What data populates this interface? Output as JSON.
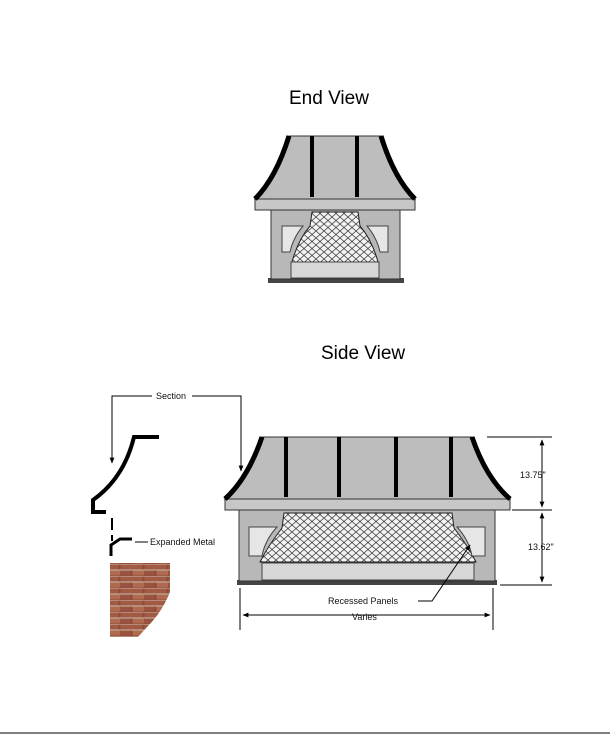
{
  "end_view": {
    "title": "End View"
  },
  "side_view": {
    "title": "Side View"
  },
  "callouts": {
    "section": "Section",
    "expanded_metal": "Expanded Metal",
    "recessed_panels": "Recessed Panels",
    "varies": "Varies",
    "dim_top": "13.75\"",
    "dim_bottom": "13.62\""
  }
}
